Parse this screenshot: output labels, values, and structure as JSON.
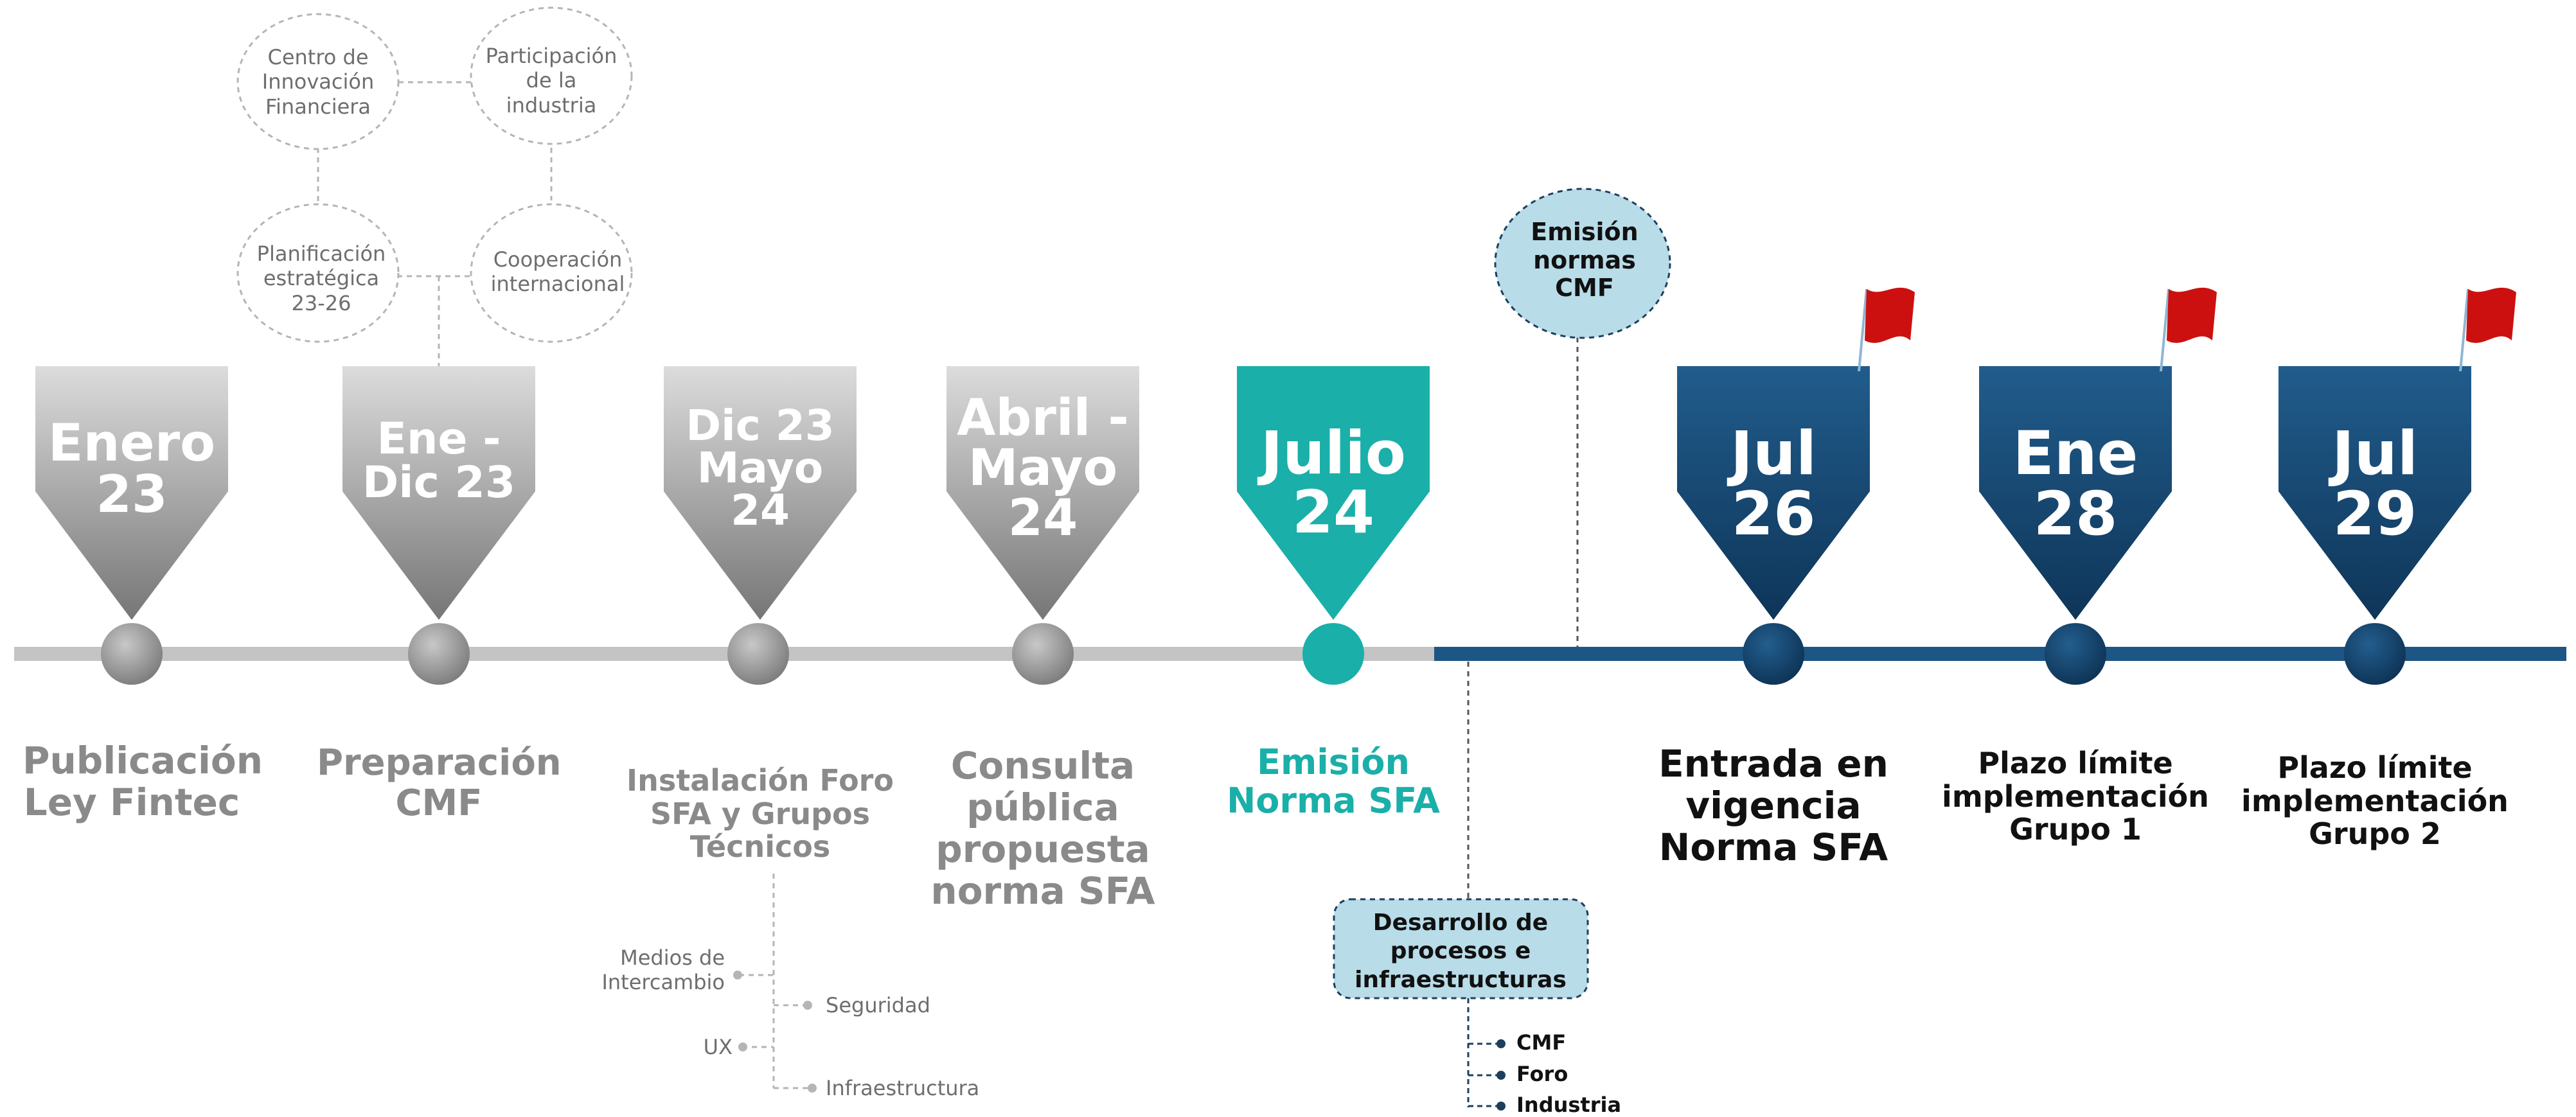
{
  "colors": {
    "gray_light": "#d8d8d8",
    "gray_dark": "#7c7c7c",
    "teal": "#1aafa9",
    "navy": "#1d5684",
    "navy_dark": "#0e3558",
    "bubble_fill": "#b8dce8",
    "flag": "#cc1010",
    "line_gray": "#c4c4c4"
  },
  "top_cluster": {
    "innovation": "Centro de\nInnovación\nFinanciera",
    "participation": "Participación\nde la\nindustria",
    "planning": "Planificación\nestratégica\n23-26",
    "cooperation": "Cooperación\ninternacional"
  },
  "milestones": [
    {
      "date": "Enero\n23",
      "label": "Publicación\nLey Fintec",
      "style": "gray"
    },
    {
      "date": "Ene -\nDic 23",
      "label": "Preparación\nCMF",
      "style": "gray"
    },
    {
      "date": "Dic 23\nMayo\n24",
      "label": "Instalación Foro\nSFA y Grupos\nTécnicos",
      "style": "gray"
    },
    {
      "date": "Abril -\nMayo\n24",
      "label": "Consulta\npública\npropuesta\nnorma SFA",
      "style": "gray"
    },
    {
      "date": "Julio\n24",
      "label": "Emisión\nNorma SFA",
      "style": "teal"
    },
    {
      "date": "Jul\n26",
      "label": "Entrada en\nvigencia\nNorma SFA",
      "style": "navy"
    },
    {
      "date": "Ene\n28",
      "label": "Plazo límite\nimplementación\nGrupo 1",
      "style": "navy"
    },
    {
      "date": "Jul\n29",
      "label": "Plazo límite\nimplementación\nGrupo 2",
      "style": "navy"
    }
  ],
  "foro_branches": {
    "medios": "Medios de\nIntercambio",
    "seguridad": "Seguridad",
    "ux": "UX",
    "infraestructura": "Infraestructura"
  },
  "emision_bubble": "Emisión\nnormas\nCMF",
  "desarrollo_box": "Desarrollo de\nprocesos e\ninfraestructuras",
  "desarrollo_items": [
    "CMF",
    "Foro",
    "Industria"
  ]
}
